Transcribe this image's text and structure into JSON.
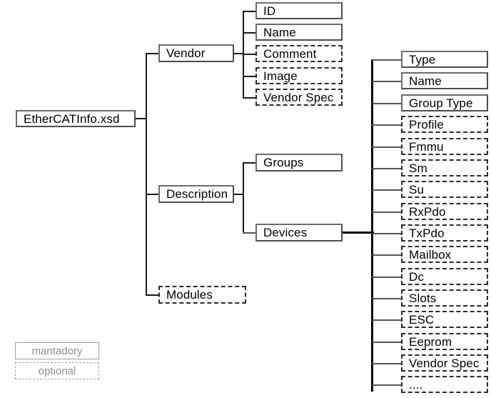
{
  "diagram": {
    "title": "EtherCATInfo.xsd",
    "root": {
      "label": "EtherCATInfo.xsd",
      "kind": "mandatory"
    },
    "level1": [
      {
        "label": "Vendor",
        "kind": "mandatory"
      },
      {
        "label": "Description",
        "kind": "mandatory"
      },
      {
        "label": "Modules",
        "kind": "optional"
      }
    ],
    "vendor_children": [
      {
        "label": "ID",
        "kind": "mandatory"
      },
      {
        "label": "Name",
        "kind": "mandatory"
      },
      {
        "label": "Comment",
        "kind": "optional"
      },
      {
        "label": "Image",
        "kind": "optional"
      },
      {
        "label": "Vendor Spec",
        "kind": "optional"
      }
    ],
    "description_children": [
      {
        "label": "Groups",
        "kind": "mandatory"
      },
      {
        "label": "Devices",
        "kind": "mandatory"
      }
    ],
    "devices_children": [
      {
        "label": "Type",
        "kind": "mandatory"
      },
      {
        "label": "Name",
        "kind": "mandatory"
      },
      {
        "label": "Group Type",
        "kind": "mandatory"
      },
      {
        "label": "Profile",
        "kind": "optional"
      },
      {
        "label": "Fmmu",
        "kind": "optional"
      },
      {
        "label": "Sm",
        "kind": "optional"
      },
      {
        "label": "Su",
        "kind": "optional"
      },
      {
        "label": "RxPdo",
        "kind": "optional"
      },
      {
        "label": "TxPdo",
        "kind": "optional"
      },
      {
        "label": "Mailbox",
        "kind": "optional"
      },
      {
        "label": "Dc",
        "kind": "optional"
      },
      {
        "label": "Slots",
        "kind": "optional"
      },
      {
        "label": "ESC",
        "kind": "optional"
      },
      {
        "label": "Eeprom",
        "kind": "optional"
      },
      {
        "label": "Vendor Spec",
        "kind": "optional"
      },
      {
        "label": "....",
        "kind": "optional"
      }
    ]
  },
  "legend": {
    "mandatory_label": "mantadory",
    "optional_label": "optional"
  },
  "colors": {
    "line": "#1a1a1a",
    "line_thin": "#555555",
    "box_border_mandatory": "#4d4d4d",
    "box_border_optional": "#2b2b2b",
    "legend_text": "#8a8f96",
    "background": "#ffffff"
  }
}
